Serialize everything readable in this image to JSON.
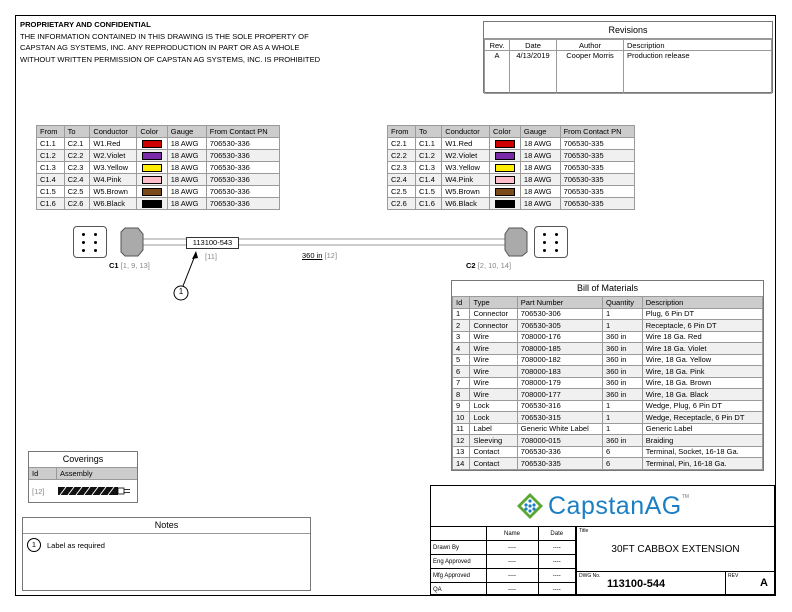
{
  "proprietary": {
    "heading": "PROPRIETARY AND CONFIDENTIAL",
    "lines": [
      "THE INFORMATION CONTAINED IN THIS DRAWING IS THE SOLE PROPERTY OF",
      "CAPSTAN AG SYSTEMS, INC. ANY REPRODUCTION IN PART OR AS A WHOLE",
      "WITHOUT WRITTEN PERMISSION OF CAPSTAN AG SYSTEMS, INC. IS PROHIBITED"
    ]
  },
  "revisions": {
    "title": "Revisions",
    "headers": [
      "Rev.",
      "Date",
      "Author",
      "Description"
    ],
    "rows": [
      [
        "A",
        "4/13/2019",
        "Cooper Morris",
        "Production release"
      ]
    ]
  },
  "wire_headers": [
    "From",
    "To",
    "Conductor",
    "Color",
    "Gauge",
    "From Contact PN"
  ],
  "wire_table_left": [
    {
      "from": "C1.1",
      "to": "C2.1",
      "conductor": "W1.Red",
      "color": "#cc0000",
      "gauge": "18 AWG",
      "pn": "706530-336"
    },
    {
      "from": "C1.2",
      "to": "C2.2",
      "conductor": "W2.Violet",
      "color": "#7a2aa8",
      "gauge": "18 AWG",
      "pn": "706530-336"
    },
    {
      "from": "C1.3",
      "to": "C2.3",
      "conductor": "W3.Yellow",
      "color": "#ffee00",
      "gauge": "18 AWG",
      "pn": "706530-336"
    },
    {
      "from": "C1.4",
      "to": "C2.4",
      "conductor": "W4.Pink",
      "color": "#ffc0cb",
      "gauge": "18 AWG",
      "pn": "706530-336"
    },
    {
      "from": "C1.5",
      "to": "C2.5",
      "conductor": "W5.Brown",
      "color": "#7a4a1a",
      "gauge": "18 AWG",
      "pn": "706530-336"
    },
    {
      "from": "C1.6",
      "to": "C2.6",
      "conductor": "W6.Black",
      "color": "#000000",
      "gauge": "18 AWG",
      "pn": "706530-336"
    }
  ],
  "wire_table_right": [
    {
      "from": "C2.1",
      "to": "C1.1",
      "conductor": "W1.Red",
      "color": "#cc0000",
      "gauge": "18 AWG",
      "pn": "706530-335"
    },
    {
      "from": "C2.2",
      "to": "C1.2",
      "conductor": "W2.Violet",
      "color": "#7a2aa8",
      "gauge": "18 AWG",
      "pn": "706530-335"
    },
    {
      "from": "C2.3",
      "to": "C1.3",
      "conductor": "W3.Yellow",
      "color": "#ffee00",
      "gauge": "18 AWG",
      "pn": "706530-335"
    },
    {
      "from": "C2.4",
      "to": "C1.4",
      "conductor": "W4.Pink",
      "color": "#ffc0cb",
      "gauge": "18 AWG",
      "pn": "706530-335"
    },
    {
      "from": "C2.5",
      "to": "C1.5",
      "conductor": "W5.Brown",
      "color": "#7a4a1a",
      "gauge": "18 AWG",
      "pn": "706530-335"
    },
    {
      "from": "C2.6",
      "to": "C1.6",
      "conductor": "W6.Black",
      "color": "#000000",
      "gauge": "18 AWG",
      "pn": "706530-335"
    }
  ],
  "harness": {
    "c1_name": "C1",
    "c1_refs": "[1, 9, 13]",
    "c2_name": "C2",
    "c2_refs": "[2, 10, 14]",
    "label_pn": "113100-543",
    "label_ref": "[11]",
    "length": "360 in",
    "length_ref": "[12]",
    "callout": "1"
  },
  "bom": {
    "title": "Bill of Materials",
    "headers": [
      "Id",
      "Type",
      "Part Number",
      "Quantity",
      "Description"
    ],
    "rows": [
      [
        "1",
        "Connector",
        "706530-306",
        "1",
        "Plug, 6 Pin DT"
      ],
      [
        "2",
        "Connector",
        "706530-305",
        "1",
        "Receptacle, 6 Pin DT"
      ],
      [
        "3",
        "Wire",
        "708000-176",
        "360 in",
        "Wire 18 Ga. Red"
      ],
      [
        "4",
        "Wire",
        "708000-185",
        "360 in",
        "Wire 18 Ga. Violet"
      ],
      [
        "5",
        "Wire",
        "708000-182",
        "360 in",
        "Wire, 18 Ga. Yellow"
      ],
      [
        "6",
        "Wire",
        "708000-183",
        "360 in",
        "Wire, 18 Ga. Pink"
      ],
      [
        "7",
        "Wire",
        "708000-179",
        "360 in",
        "Wire, 18 Ga. Brown"
      ],
      [
        "8",
        "Wire",
        "708000-177",
        "360 in",
        "Wire, 18 Ga. Black"
      ],
      [
        "9",
        "Lock",
        "706530-316",
        "1",
        "Wedge, Plug, 6 Pin DT"
      ],
      [
        "10",
        "Lock",
        "706530-315",
        "1",
        "Wedge, Receptacle, 6 Pin DT"
      ],
      [
        "11",
        "Label",
        "Generic White Label",
        "1",
        "Generic Label"
      ],
      [
        "12",
        "Sleeving",
        "708000-015",
        "360 in",
        "Braiding"
      ],
      [
        "13",
        "Contact",
        "706530-336",
        "6",
        "Terminal, Socket, 16-18 Ga."
      ],
      [
        "14",
        "Contact",
        "706530-335",
        "6",
        "Terminal, Pin, 16-18 Ga."
      ]
    ]
  },
  "coverings": {
    "title": "Coverings",
    "headers": [
      "Id",
      "Assembly"
    ],
    "id": "[12]"
  },
  "notes": {
    "title": "Notes",
    "items": [
      {
        "num": "1",
        "text": "Label as required"
      }
    ]
  },
  "title_block": {
    "logo_text": "CapstanAG",
    "trademark": "TM",
    "col_name": "Name",
    "col_date": "Date",
    "title_label": "Title",
    "title": "30FT CABBOX EXTENSION",
    "rows": [
      {
        "label": "Drawn By",
        "name": "----",
        "date": "----"
      },
      {
        "label": "Eng Approved",
        "name": "----",
        "date": "----"
      },
      {
        "label": "Mfg Approved",
        "name": "----",
        "date": "----"
      },
      {
        "label": "QA",
        "name": "----",
        "date": "----"
      }
    ],
    "dwg_label": "DWG No.",
    "dwg_no": "113100-544",
    "rev_label": "REV",
    "rev": "A"
  }
}
